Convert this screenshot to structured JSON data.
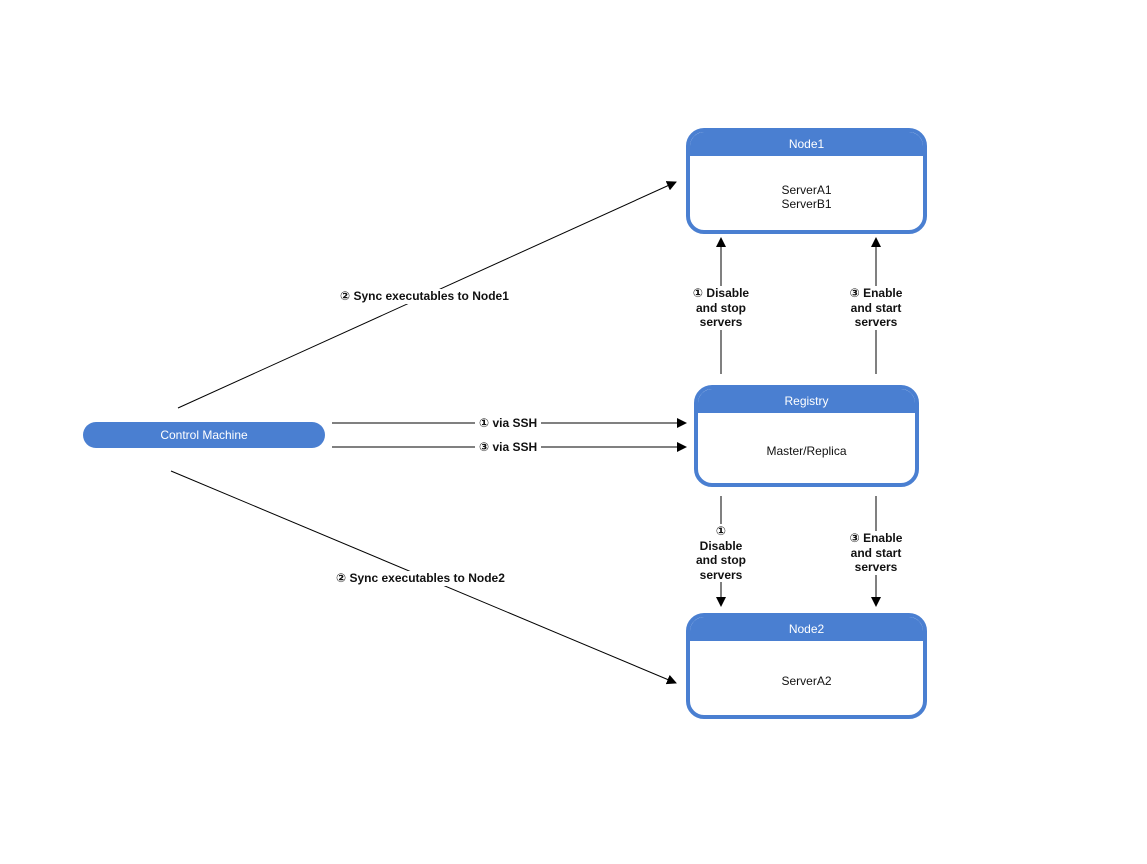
{
  "nodes": {
    "node1": {
      "title": "Node1",
      "items": [
        "ServerA1",
        "ServerB1"
      ]
    },
    "registry": {
      "title": "Registry",
      "items": [
        "Master/Replica"
      ]
    },
    "node2": {
      "title": "Node2",
      "items": [
        "ServerA2"
      ]
    },
    "control": {
      "title": "Control Machine"
    }
  },
  "edges": {
    "sync_node1": "② Sync executables to Node1",
    "sync_node2": "② Sync executables to Node2",
    "ssh_1": "① via SSH",
    "ssh_3": "③ via SSH",
    "disable_node1": [
      "① Disable",
      "and stop",
      "servers"
    ],
    "enable_node1": [
      "③ Enable",
      "and start",
      "servers"
    ],
    "disable_node2": [
      "①",
      "Disable",
      "and stop",
      "servers"
    ],
    "enable_node2": [
      "③ Enable",
      "and start",
      "servers"
    ]
  },
  "colors": {
    "accent": "#4a7fd1",
    "line": "#000000"
  }
}
